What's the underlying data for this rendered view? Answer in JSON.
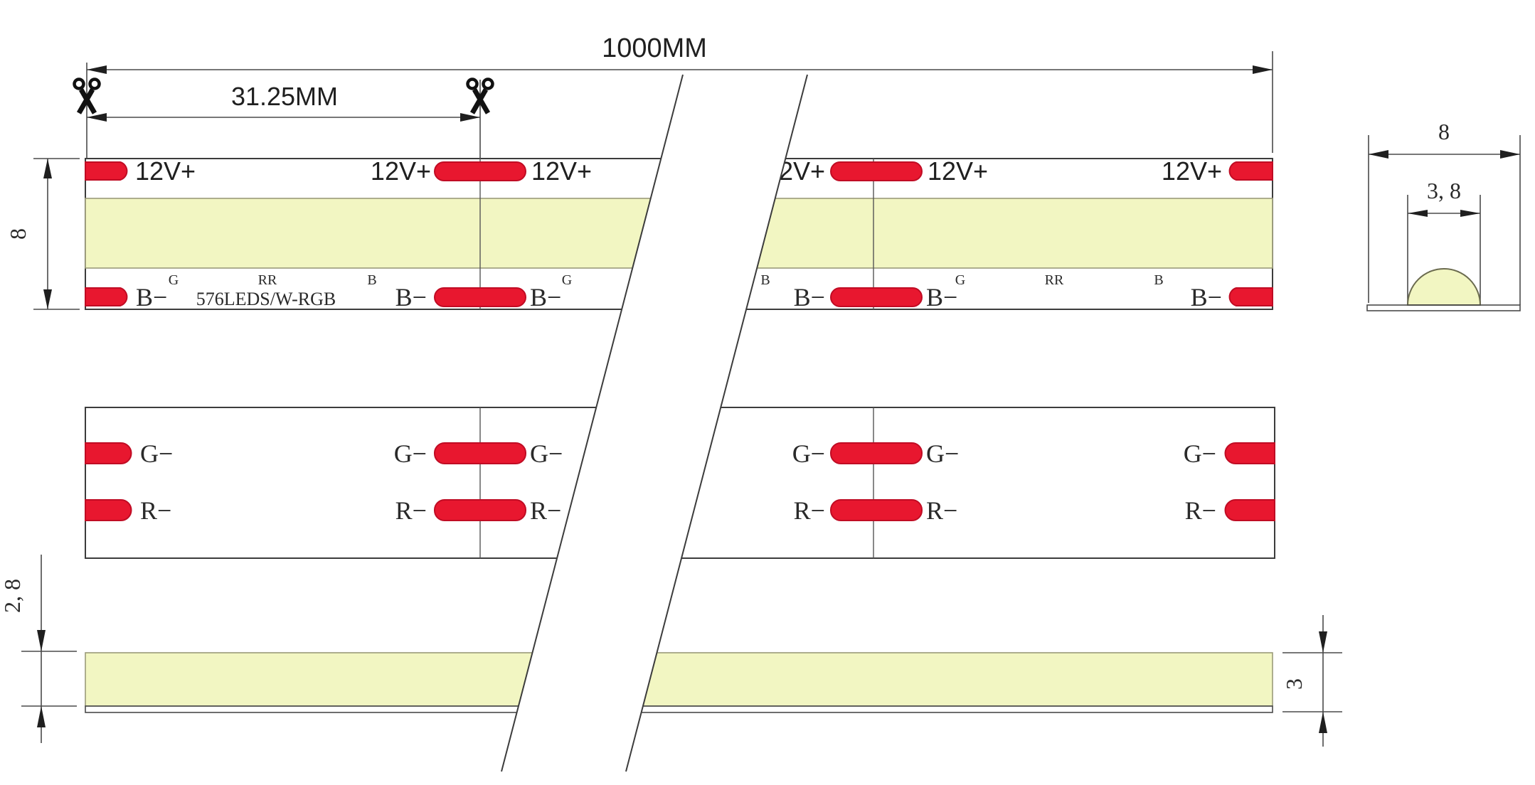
{
  "dimensions": {
    "total_length": "1000MM",
    "cut_unit_length": "31.25MM",
    "strip_width": "8",
    "emitting_width": "3, 8",
    "phosphor_thickness": "2, 8",
    "total_thickness": "3",
    "cross_section_width": "8"
  },
  "labels": {
    "power_pos": "12V+",
    "power_pos_partial": "2V+",
    "blue_neg": "B−",
    "green_neg": "G−",
    "red_neg": "R−",
    "spec": "576LEDS/W-RGB",
    "ch_g": "G",
    "ch_rr": "RR",
    "ch_b": "B"
  },
  "colors": {
    "pad_red": "#e8172f",
    "phosphor_yellow": "#f2f6c2",
    "base_white": "#fbfbf6"
  }
}
